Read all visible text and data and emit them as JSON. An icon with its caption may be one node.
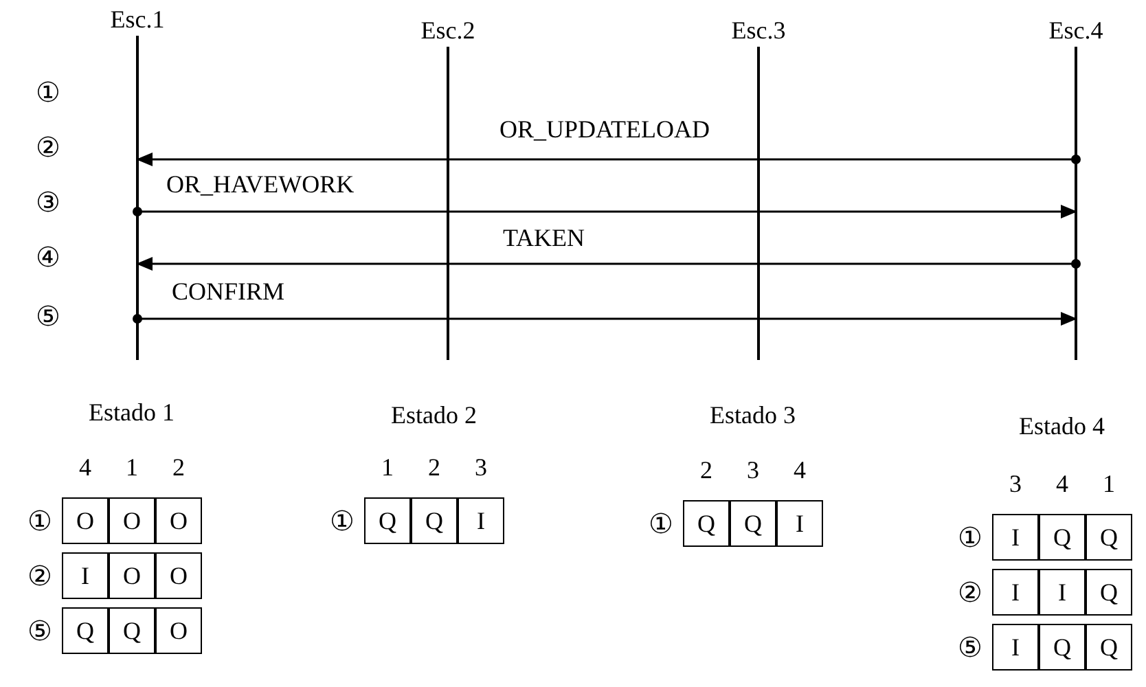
{
  "diagram": {
    "nodes": [
      {
        "text": [
          "Esc.1"
        ]
      },
      {
        "text": [
          "Esc.2"
        ]
      },
      {
        "text": [
          "Esc.3"
        ]
      },
      {
        "text": [
          "Esc.4"
        ]
      }
    ],
    "edges": [
      {
        "from": 3,
        "to": 0,
        "arrow": "to",
        "label": "OR_UPDATELOAD"
      },
      {
        "from": 0,
        "to": 3,
        "arrow": "to",
        "label": "OR_HAVEWORK"
      },
      {
        "from": 3,
        "to": 0,
        "arrow": "to",
        "label": "TAKEN"
      },
      {
        "from": 0,
        "to": 3,
        "arrow": "to",
        "label": "CONFIRM"
      }
    ],
    "labels": [
      "①",
      "②",
      "③",
      "④",
      "⑤",
      "Estado 1",
      "4",
      "1",
      "2",
      "①",
      "O",
      "O",
      "O",
      "②",
      "I",
      "O",
      "O",
      "⑤",
      "Q",
      "Q",
      "O",
      "Estado 2",
      "1",
      "2",
      "3",
      "①",
      "Q",
      "Q",
      "I",
      "Estado 3",
      "2",
      "3",
      "4",
      "①",
      "Q",
      "Q",
      "I",
      "Estado 4",
      "3",
      "4",
      "1",
      "①",
      "I",
      "Q",
      "Q",
      "②",
      "I",
      "I",
      "Q",
      "⑤",
      "I",
      "Q",
      "Q"
    ]
  }
}
